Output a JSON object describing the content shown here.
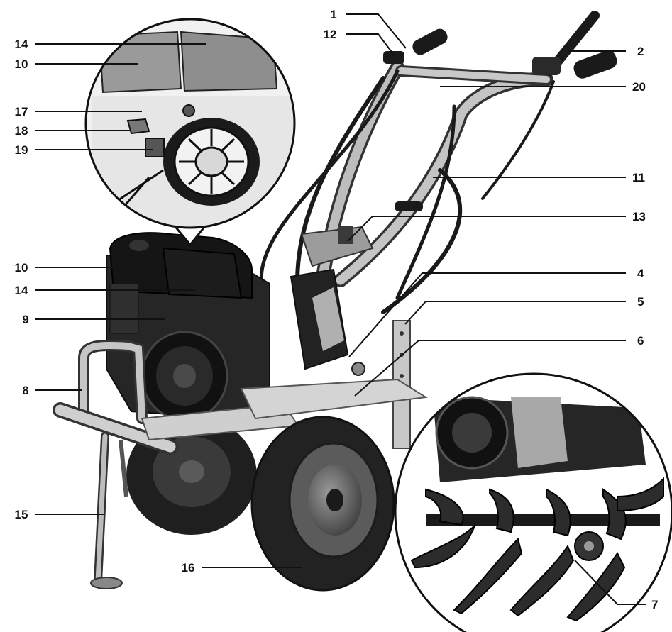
{
  "colors": {
    "ink": "#111111",
    "body_dark": "#1f1f1f",
    "metal_light": "#c4c4c4",
    "metal_mid": "#8f8f8f",
    "tire": "#2a2a2a",
    "leader": "#111111"
  },
  "callouts": {
    "c1": "1",
    "c2": "2",
    "c4": "4",
    "c5": "5",
    "c6": "6",
    "c7": "7",
    "c8": "8",
    "c9": "9",
    "c10_engine": "10",
    "c10_detail": "10",
    "c11": "11",
    "c12": "12",
    "c13": "13",
    "c14_engine": "14",
    "c14_detail": "14",
    "c15": "15",
    "c16": "16",
    "c17": "17",
    "c18": "18",
    "c19": "19",
    "c20": "20"
  }
}
